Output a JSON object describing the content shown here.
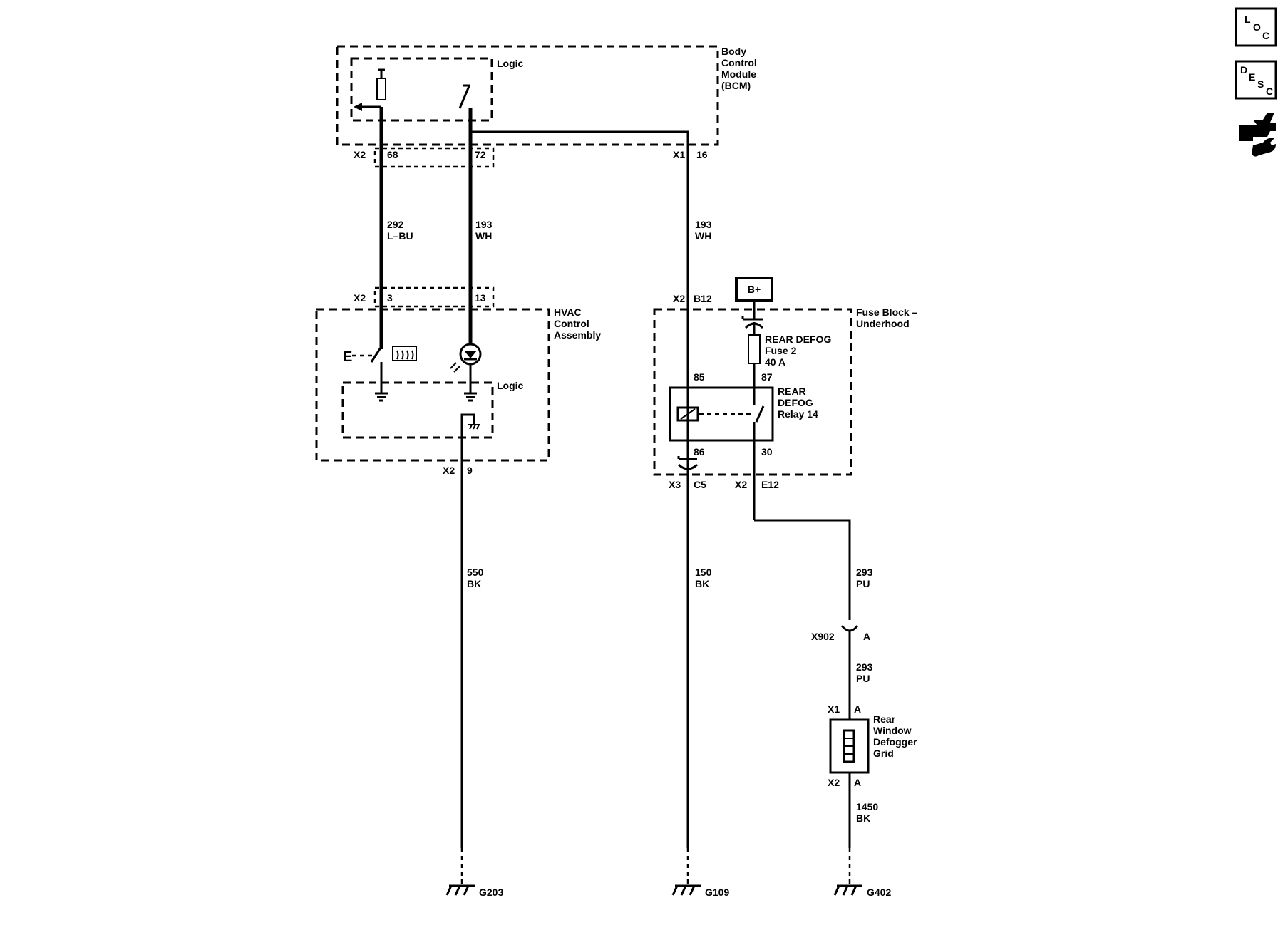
{
  "components": {
    "bcm": {
      "label": [
        "Body",
        "Control",
        "Module",
        "(BCM)"
      ],
      "logic": "Logic"
    },
    "hvac": {
      "label": [
        "HVAC",
        "Control",
        "Assembly"
      ],
      "logic": "Logic"
    },
    "fuse_block": {
      "label": [
        "Fuse Block –",
        "Underhood"
      ]
    },
    "fuse": {
      "label": [
        "REAR DEFOG",
        "Fuse 2",
        "40 A"
      ]
    },
    "relay": {
      "label": [
        "REAR",
        "DEFOG",
        "Relay 14"
      ],
      "pins": [
        "85",
        "87",
        "86",
        "30"
      ]
    },
    "battery": {
      "label": "B+"
    },
    "switch_symbol": "E",
    "defogger": {
      "label": [
        "Rear",
        "Window",
        "Defogger",
        "Grid"
      ]
    }
  },
  "connectors": {
    "bcm_x2": {
      "name": "X2",
      "pins": [
        "68",
        "72"
      ]
    },
    "bcm_x1": {
      "name": "X1",
      "pin": "16"
    },
    "hvac_x2_top": {
      "name": "X2",
      "pins": [
        "3",
        "13"
      ]
    },
    "hvac_x2_bottom": {
      "name": "X2",
      "pin": "9"
    },
    "fuse_x2_top": {
      "name": "X2",
      "pin": "B12"
    },
    "fuse_x3": {
      "name": "X3",
      "pin": "C5"
    },
    "fuse_x2_bottom": {
      "name": "X2",
      "pin": "E12"
    },
    "inline": {
      "name": "X902",
      "pin": "A"
    },
    "grid_x1": {
      "name": "X1",
      "pin": "A"
    },
    "grid_x2": {
      "name": "X2",
      "pin": "A"
    }
  },
  "wires": [
    {
      "circuit": "292",
      "color": "L–BU"
    },
    {
      "circuit": "193",
      "color": "WH"
    },
    {
      "circuit": "193",
      "color": "WH"
    },
    {
      "circuit": "550",
      "color": "BK"
    },
    {
      "circuit": "150",
      "color": "BK"
    },
    {
      "circuit": "293",
      "color": "PU"
    },
    {
      "circuit": "293",
      "color": "PU"
    },
    {
      "circuit": "1450",
      "color": "BK"
    }
  ],
  "grounds": [
    "G203",
    "G109",
    "G402"
  ],
  "side_icons": {
    "loc": {
      "name": "loc-icon",
      "letters": [
        "L",
        "O",
        "C"
      ]
    },
    "desc": {
      "name": "desc-icon",
      "letters": [
        "D",
        "E",
        "S",
        "C"
      ]
    },
    "connector_tool": {
      "name": "wrench-connector-icon"
    }
  }
}
